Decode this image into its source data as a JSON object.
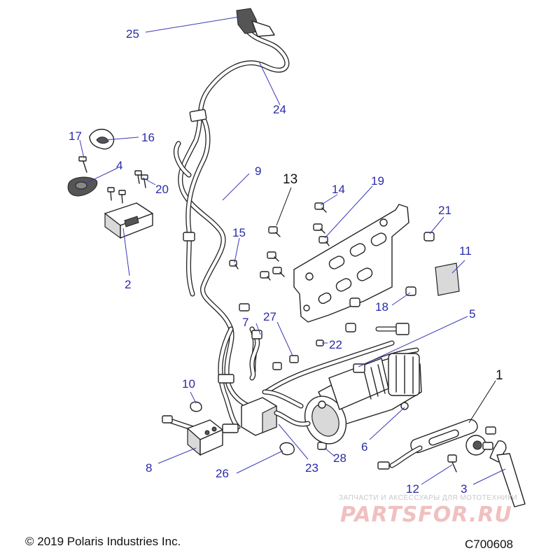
{
  "callouts": [
    {
      "id": "1",
      "label": "1"
    },
    {
      "id": "2",
      "label": "2"
    },
    {
      "id": "3",
      "label": "3"
    },
    {
      "id": "4",
      "label": "4"
    },
    {
      "id": "5",
      "label": "5"
    },
    {
      "id": "6",
      "label": "6"
    },
    {
      "id": "7",
      "label": "7"
    },
    {
      "id": "8",
      "label": "8"
    },
    {
      "id": "9",
      "label": "9"
    },
    {
      "id": "10",
      "label": "10"
    },
    {
      "id": "11",
      "label": "11"
    },
    {
      "id": "12",
      "label": "12"
    },
    {
      "id": "13",
      "label": "13"
    },
    {
      "id": "14",
      "label": "14"
    },
    {
      "id": "15",
      "label": "15"
    },
    {
      "id": "16",
      "label": "16"
    },
    {
      "id": "17",
      "label": "17"
    },
    {
      "id": "18",
      "label": "18"
    },
    {
      "id": "19",
      "label": "19"
    },
    {
      "id": "20",
      "label": "20"
    },
    {
      "id": "21",
      "label": "21"
    },
    {
      "id": "22",
      "label": "22"
    },
    {
      "id": "23",
      "label": "23"
    },
    {
      "id": "24",
      "label": "24"
    },
    {
      "id": "25",
      "label": "25"
    },
    {
      "id": "26",
      "label": "26"
    },
    {
      "id": "27",
      "label": "27"
    },
    {
      "id": "28",
      "label": "28"
    }
  ],
  "footer": {
    "copyright": "© 2019 Polaris Industries Inc.",
    "drawing_code": "C700608"
  },
  "watermark": {
    "tagline": "ЗАПЧАСТИ И АКСЕССУАРЫ ДЛЯ МОТОТЕХНИКИ",
    "brand": "PARTSFOR.RU"
  },
  "colors": {
    "callout": "#2a2aa8",
    "main_callout": "#111111",
    "line_art": "#222222",
    "watermark_brand": "#f0c0c0"
  }
}
